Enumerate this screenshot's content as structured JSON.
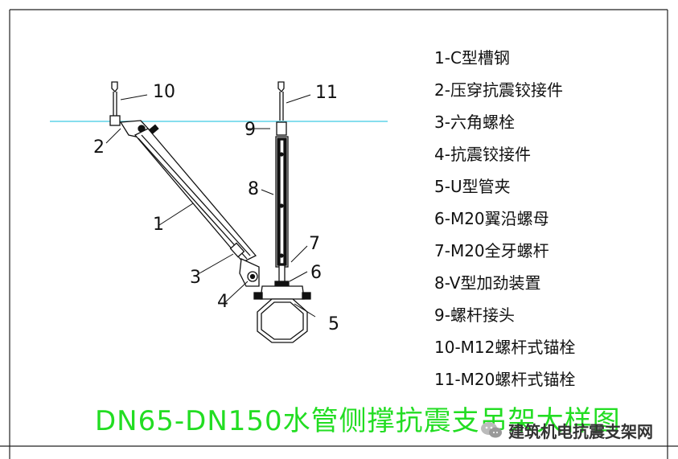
{
  "legend": [
    "1-C型槽钢",
    "2-压穿抗震铰接件",
    "3-六角螺栓",
    "4-抗震铰接件",
    "5-U型管夹",
    "6-M20翼沿螺母",
    "7-M20全牙螺杆",
    "8-V型加劲装置",
    "9-螺杆接头",
    "10-M12螺杆式锚栓",
    "11-M20螺杆式锚栓"
  ],
  "title": "DN65-DN150水管侧撑抗震支吊架大样图",
  "callouts": [
    "1",
    "2",
    "3",
    "4",
    "5",
    "6",
    "7",
    "8",
    "9",
    "10",
    "11"
  ],
  "watermark": {
    "text": "建筑机电抗震支架网",
    "icon": "wechat-icon"
  },
  "colors": {
    "title": "#22dd22",
    "ceiling_line": "#5fd3e8",
    "line": "#111111"
  }
}
